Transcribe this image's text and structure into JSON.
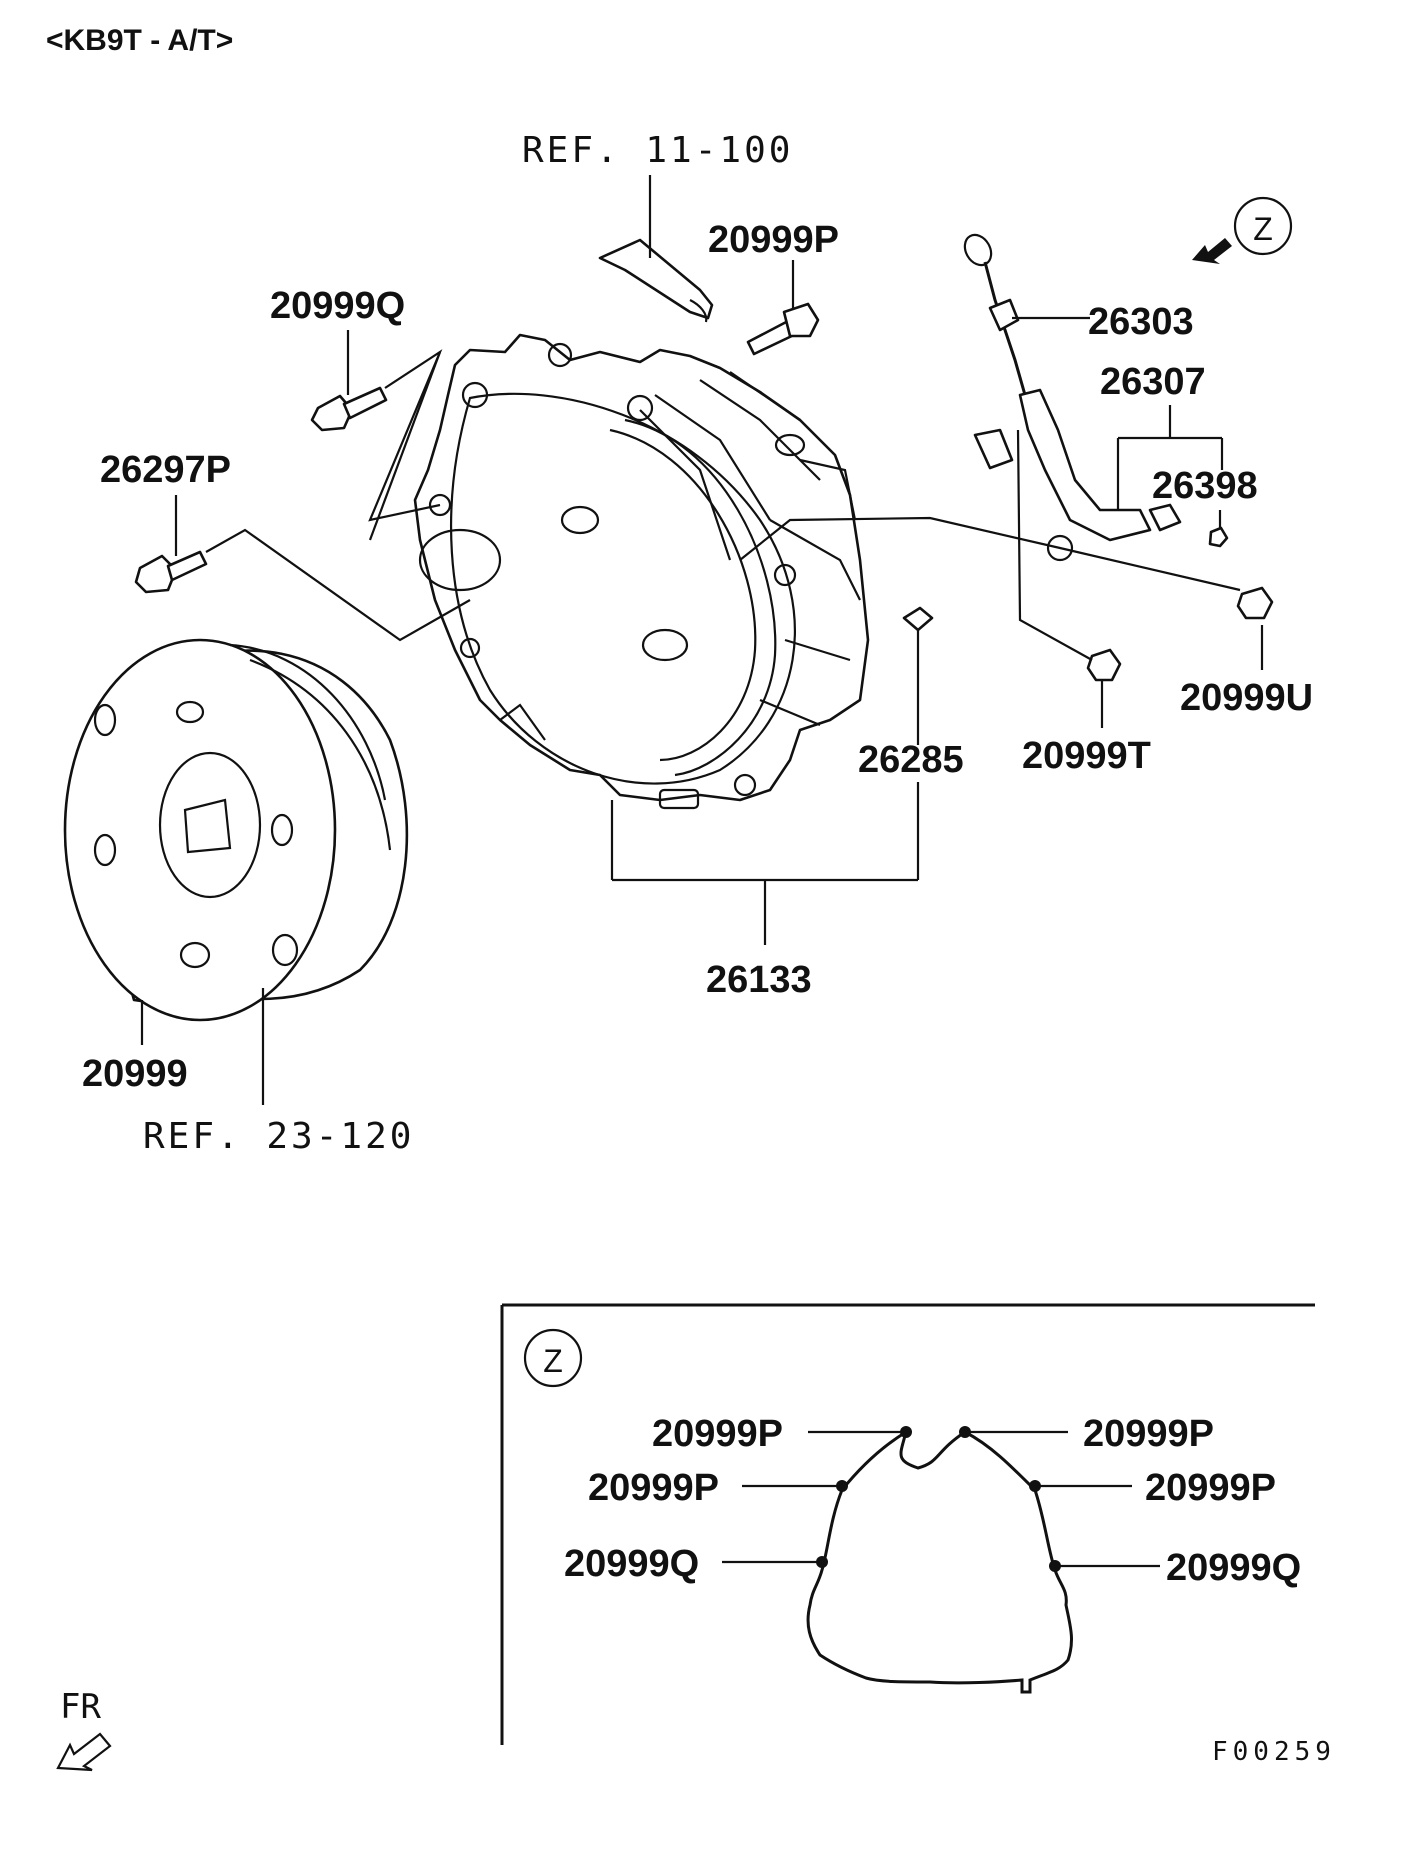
{
  "title": "<KB9T - A/T>",
  "labels": {
    "ref_11_100": "REF. 11-100",
    "p20999P": "20999P",
    "p20999Q": "20999Q",
    "p26297P": "26297P",
    "p26303": "26303",
    "p26307": "26307",
    "p26398": "26398",
    "p20999U": "20999U",
    "p20999T": "20999T",
    "p26285": "26285",
    "p26133": "26133",
    "p20999": "20999",
    "ref_23_120": "REF. 23-120"
  },
  "view_marker": "Z",
  "detail_view": {
    "marker": "Z",
    "left_labels": [
      "20999P",
      "20999P",
      "20999Q"
    ],
    "right_labels": [
      "20999P",
      "20999P",
      "20999Q"
    ]
  },
  "fr_label": "FR",
  "figure_code": "F00259"
}
